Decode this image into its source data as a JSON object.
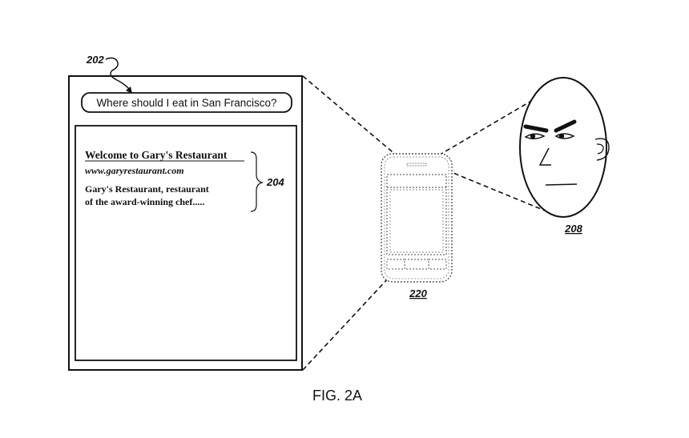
{
  "labels": {
    "display_ref": "202",
    "results_ref": "204",
    "face_ref": "208",
    "device_ref": "220",
    "caption": "FIG. 2A"
  },
  "query": {
    "text": "Where should I eat in San Francisco?"
  },
  "result": {
    "title": "Welcome to Gary's Restaurant",
    "url": "www.garyrestaurant.com",
    "snippet_line1": "Gary's Restaurant, restaurant",
    "snippet_line2": "of the award-winning chef....."
  }
}
